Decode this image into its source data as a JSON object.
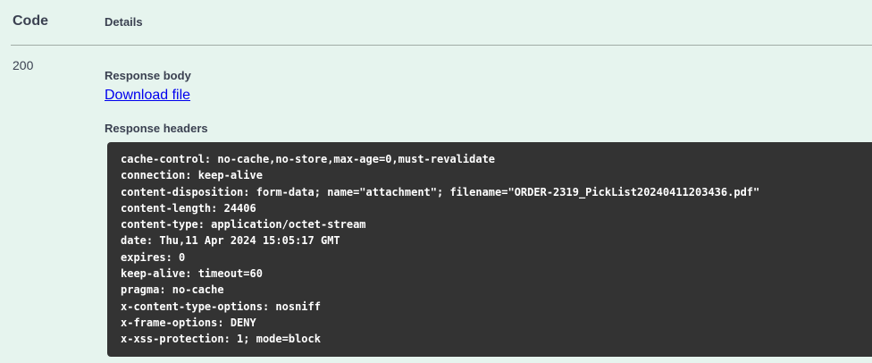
{
  "table": {
    "code_header": "Code",
    "details_header": "Details"
  },
  "response": {
    "status_code": "200",
    "body_section_label": "Response body",
    "download_link_label": "Download file",
    "headers_section_label": "Response headers",
    "headers": {
      "lines": [
        "cache-control: no-cache,no-store,max-age=0,must-revalidate",
        "connection: keep-alive",
        "content-disposition: form-data; name=\"attachment\"; filename=\"ORDER-2319_PickList20240411203436.pdf\"",
        "content-length: 24406",
        "content-type: application/octet-stream",
        "date: Thu,11 Apr 2024 15:05:17 GMT",
        "expires: 0",
        "keep-alive: timeout=60",
        "pragma: no-cache",
        "x-content-type-options: nosniff",
        "x-frame-options: DENY",
        "x-xss-protection: 1; mode=block"
      ]
    }
  },
  "colors": {
    "section_background": "#e6f4ee",
    "code_block_background": "#333333",
    "code_block_text": "#ffffff",
    "link_blue": "#0000ee",
    "heading_text": "#3b4151",
    "divider": "#a0aca6"
  }
}
